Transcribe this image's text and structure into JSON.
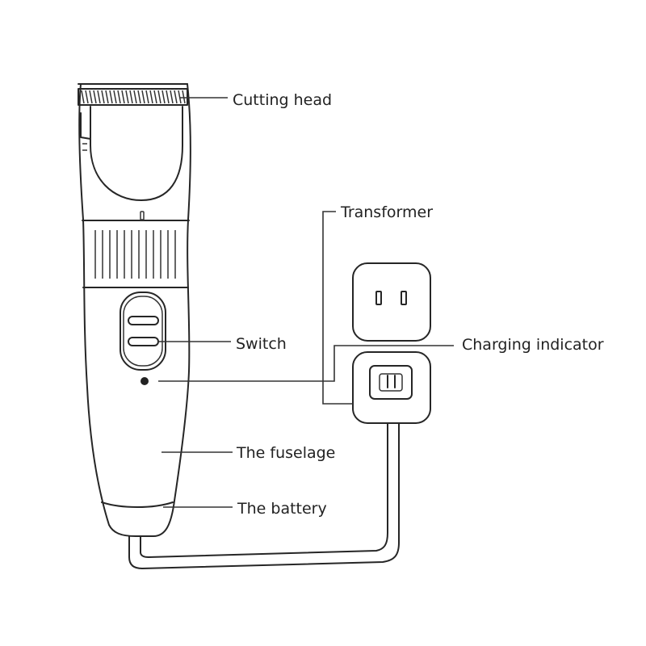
{
  "labels": {
    "cutting_head": "Cutting head",
    "transformer": "Transformer",
    "switch": "Switch",
    "charging_indicator": "Charging indicator",
    "fuselage": "The fuselage",
    "battery": "The battery"
  },
  "colors": {
    "line": "#262626",
    "background": "#ffffff"
  }
}
